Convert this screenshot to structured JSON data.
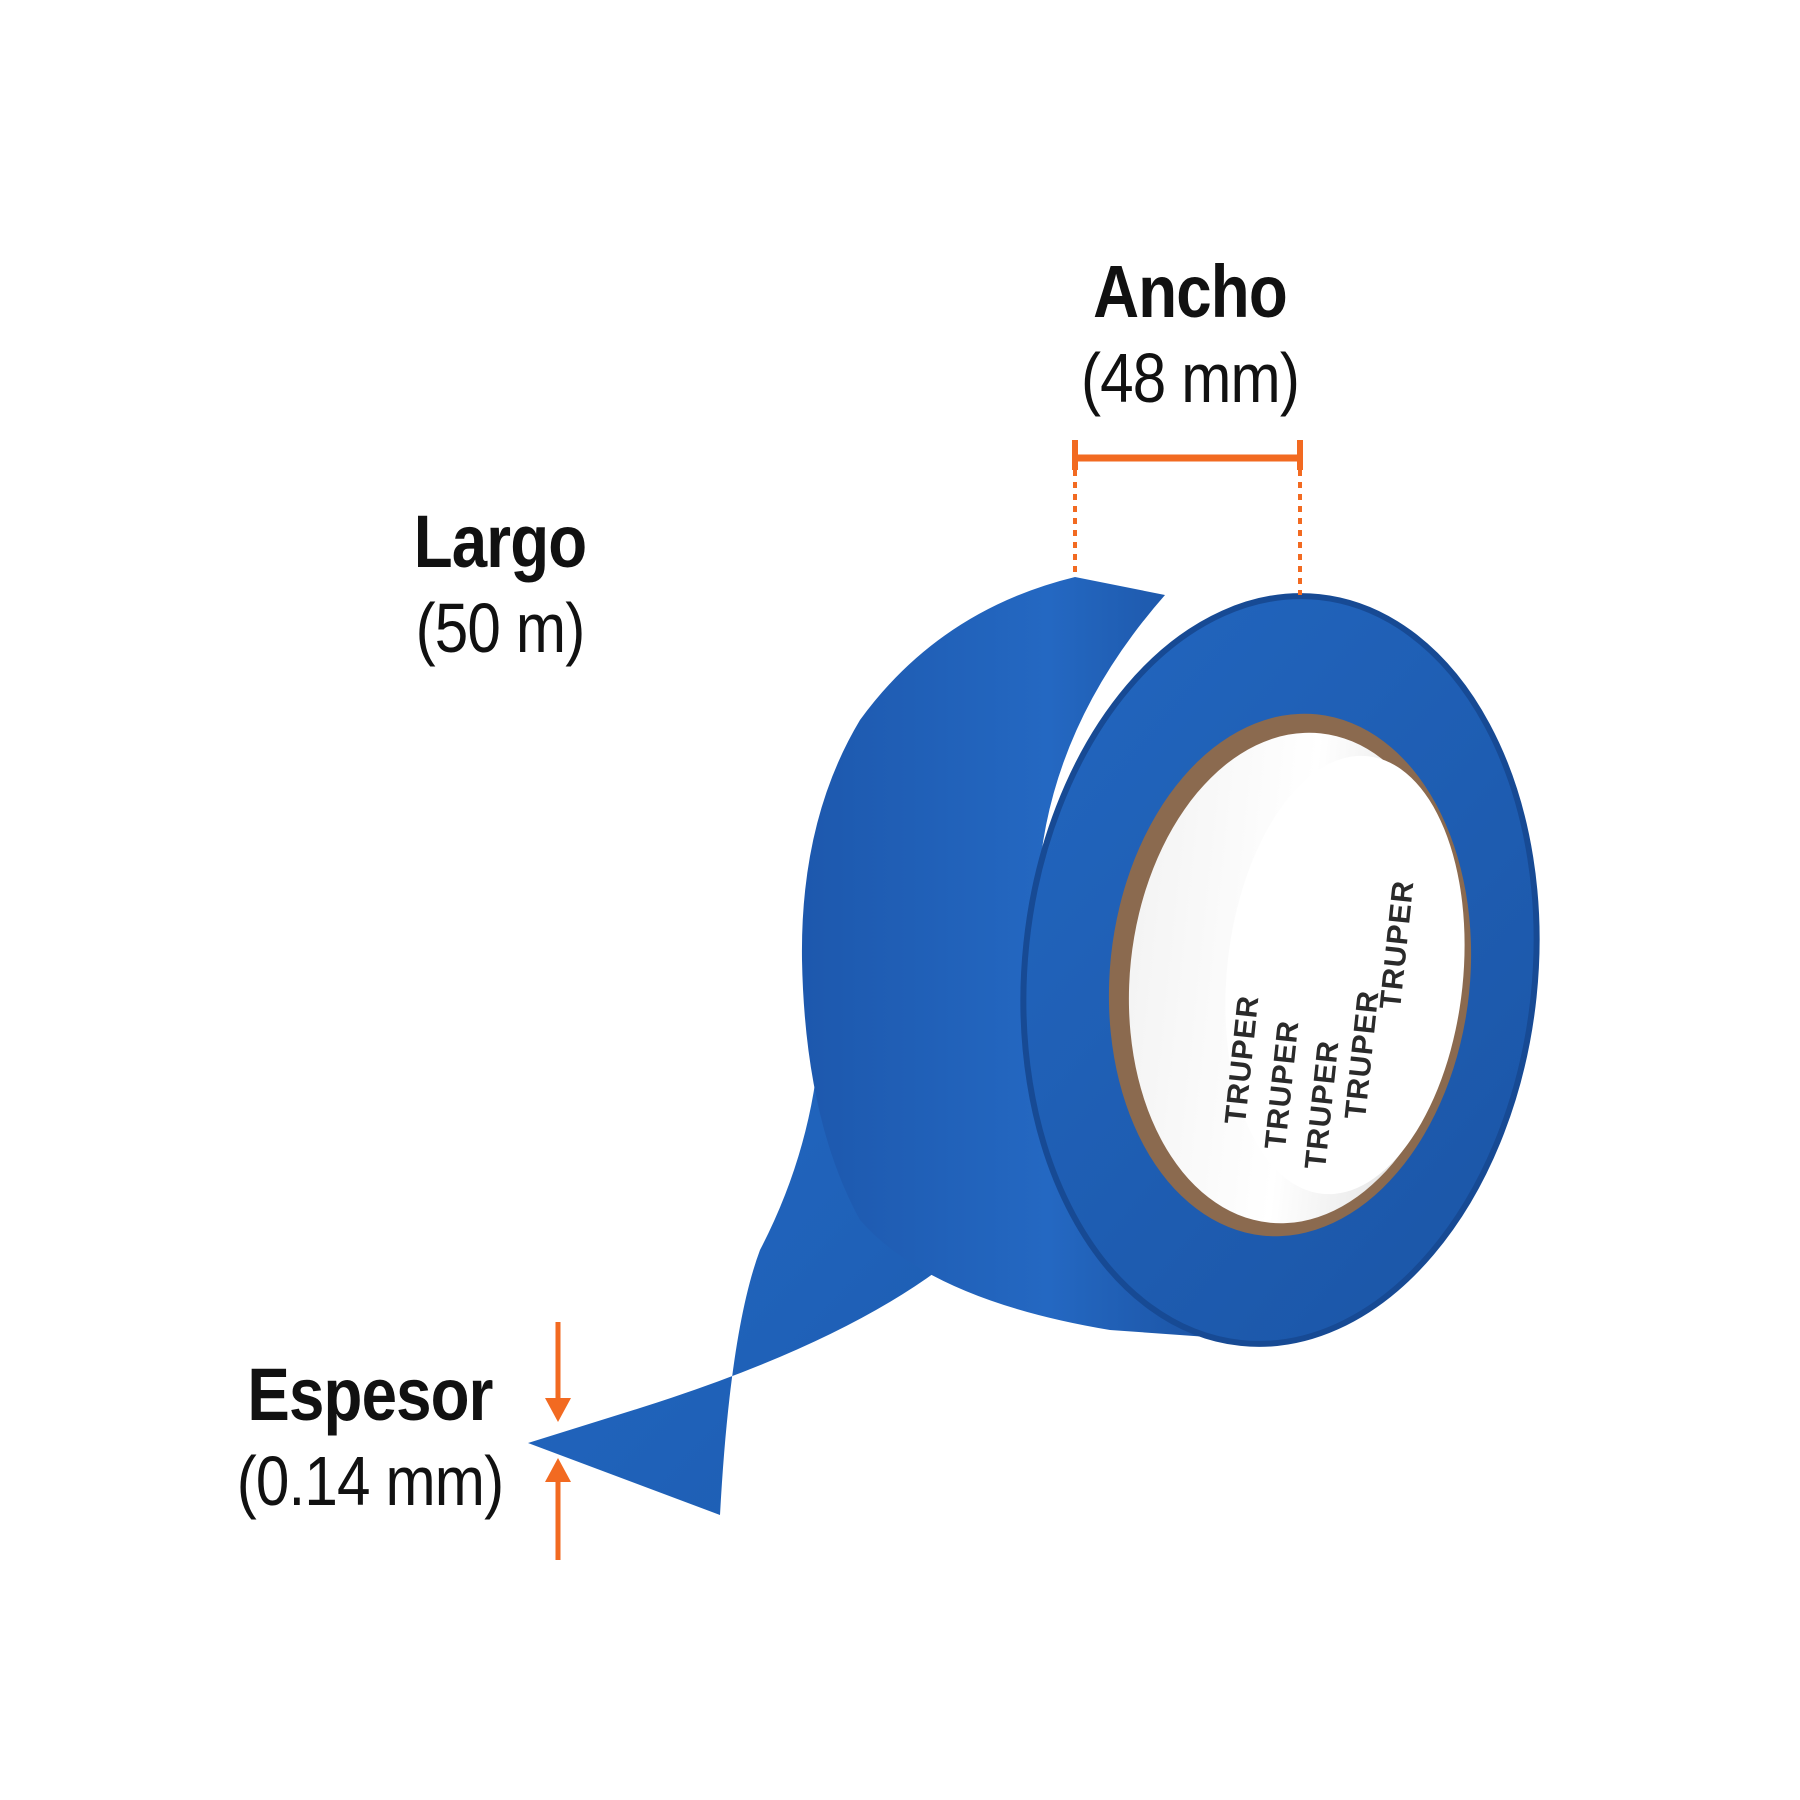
{
  "dimensions": {
    "width": {
      "label": "Ancho",
      "value": "(48 mm)"
    },
    "length": {
      "label": "Largo",
      "value": "(50 m)"
    },
    "thickness": {
      "label": "Espesor",
      "value": "(0.14 mm)"
    }
  },
  "product": {
    "core_brand_text": "TRUPER"
  },
  "colors": {
    "background": "#ffffff",
    "tape_blue": "#1f5fb5",
    "tape_blue_dark": "#174a94",
    "tape_blue_light": "#2a6fc7",
    "marker_orange": "#f26a21",
    "core_brown": "#8b6a4f",
    "label_text": "#111111"
  }
}
